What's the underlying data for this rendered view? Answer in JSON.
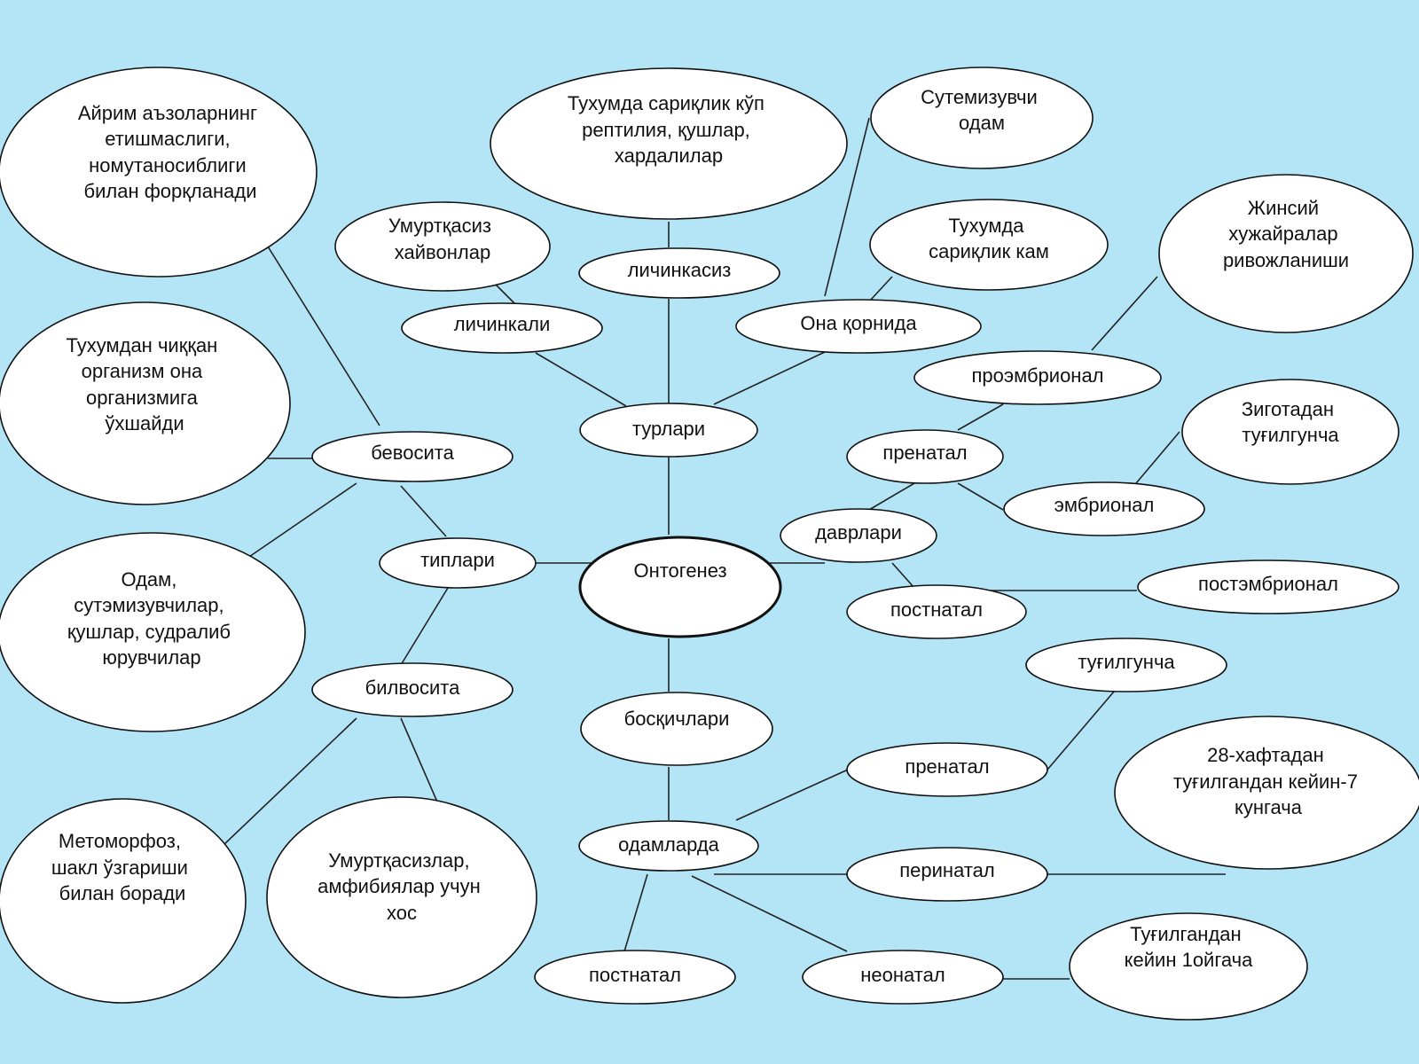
{
  "nodes": {
    "ontogenez": "Онтогенез",
    "turlari": "турлари",
    "tiplari": "типлари",
    "davrlari": "даврлари",
    "boschichlari": "босқичлари",
    "lichinkali": "личинкали",
    "lichinkasiz": "личинкасиз",
    "ona_qornida": "Она қорнида",
    "umurtqasiz_hayvonlar": [
      "Умуртқасиз",
      "хайвонлар"
    ],
    "tuxumda_sariqlik_kop": [
      "Тухумда сариқлик кўп",
      "рептилия, қушлар,",
      "хардалилар"
    ],
    "sutemizuvchi": [
      "Сутемизувчи",
      "одам"
    ],
    "tuxumda_sariqlik_kam": [
      "Тухумда",
      "сариқлик кам"
    ],
    "bevosita": "бевосита",
    "bilvosita": "билвосита",
    "airim": [
      "Айрим аъзоларнинг",
      "етишмаслиги,",
      "номутаносиблиги",
      "билан форқланади"
    ],
    "tuxumdan_chiqqan": [
      "Тухумдан чиққан",
      "организм она",
      "организмига",
      "ўхшайди"
    ],
    "odam_sutemizuvchilar": [
      "Одам,",
      "сутэмизувчилар,",
      "қушлар, судралиб",
      "юрувчилар"
    ],
    "metomorfoz": [
      "Метоморфоз,",
      "шакл ўзгариши",
      "билан боради"
    ],
    "umurtqasizlar_amfibiyalar": [
      "Умуртқасизлар,",
      "амфибиялар учун",
      "хос"
    ],
    "proembrional": "проэмбрионал",
    "jinsiy": [
      "Жинсий",
      "хужайралар",
      "ривожланиши"
    ],
    "prenatal_1": "пренатал",
    "embrional": "эмбрионал",
    "zigotadan": [
      "Зиготадан",
      "туғилгунча"
    ],
    "postnatal_1": "постнатал",
    "postembrional": "постэмбрионал",
    "odamlarda": "одамларда",
    "prenatal_2": "пренатал",
    "tugilguncha": "туғилгунча",
    "hafta28": [
      "28-хафтадан",
      "туғилгандан кейин-7",
      "кунгача"
    ],
    "perinatal": "перинатал",
    "neonatal": "неонатал",
    "tugilgandan": [
      "Туғилгандан",
      "кейин 1ойгача"
    ],
    "postnatal_2": "постнатал"
  }
}
